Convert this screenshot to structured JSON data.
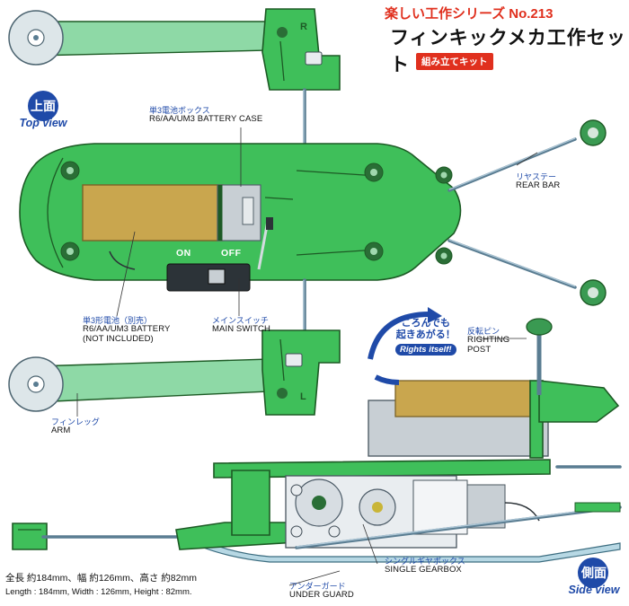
{
  "header": {
    "series": "楽しい工作シリーズ",
    "number": "No.213",
    "product_name": "フィンキックメカ工作セット",
    "kit_badge": "組み立てキット"
  },
  "views": {
    "top_jp": "上面",
    "top_en": "Top view",
    "side_jp": "側面",
    "side_en": "Side view"
  },
  "switch": {
    "on_label": "ON",
    "off_label": "OFF"
  },
  "arm_marks": {
    "right": "R",
    "left": "L"
  },
  "callouts": {
    "battery_case": {
      "jp": "単3電池ボックス",
      "en": "R6/AA/UM3 BATTERY CASE"
    },
    "rear_bar": {
      "jp": "リヤステー",
      "en": "REAR BAR"
    },
    "battery": {
      "jp": "単3形電池（別売）",
      "en1": "R6/AA/UM3 BATTERY",
      "en2": "(NOT INCLUDED)"
    },
    "main_switch": {
      "jp": "メインスイッチ",
      "en": "MAIN SWITCH"
    },
    "arm": {
      "jp": "フィンレッグ",
      "en": "ARM"
    },
    "righting_post": {
      "jp": "反転ピン",
      "en1": "RIGHTING",
      "en2": "POST"
    },
    "single_gearbox": {
      "jp": "シングルギヤボックス",
      "en": "SINGLE GEARBOX"
    },
    "under_guard": {
      "jp": "アンダーガード",
      "en": "UNDER GUARD"
    }
  },
  "rights_itself": {
    "jp1": "ころんでも",
    "jp2": "起きあがる！",
    "en": "Rights itself!"
  },
  "dimensions": {
    "jp": "全長 約184mm、幅 約126mm、高さ 約82mm",
    "en": "Length : 184mm,  Width : 126mm,  Height : 82mm."
  },
  "colors": {
    "chassis_green": "#3fbf5a",
    "arm_green": "#8ed9a6",
    "outline": "#1d5a25",
    "battery_gold": "#c9a64e",
    "title_red": "#e0301e",
    "accent_blue": "#1f4aa8"
  }
}
